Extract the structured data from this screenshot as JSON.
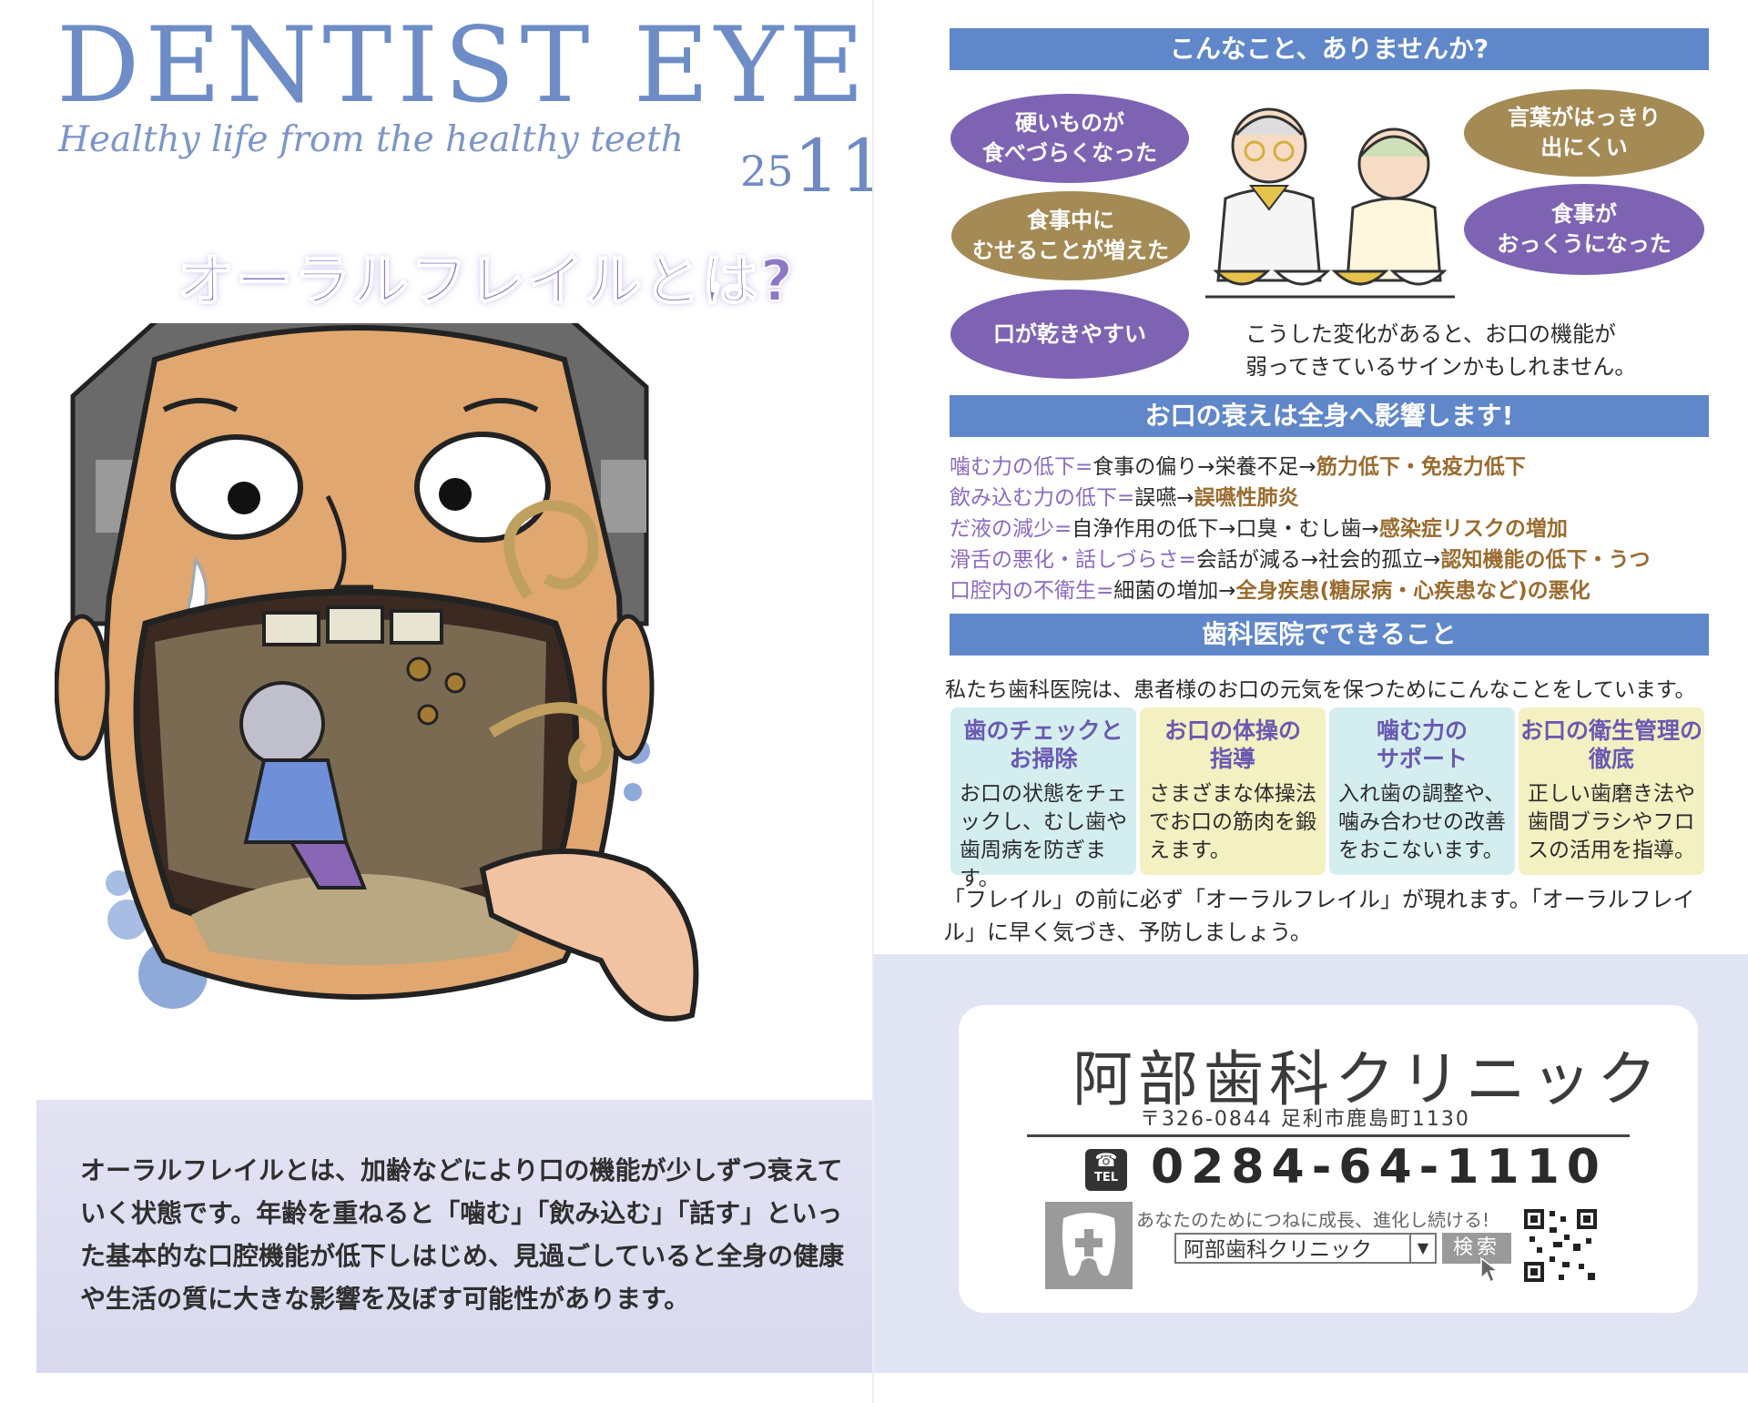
{
  "left": {
    "brand_main": "DENTIST EYE",
    "tagline": "Healthy life from the healthy teeth",
    "issue_prefix": "25",
    "issue_main": "11",
    "feature_title": "オーラルフレイルとは?",
    "body_text": "オーラルフレイルとは、加齢などにより口の機能が少しずつ衰えていく状態です。年齢を重ねると「噛む」「飲み込む」「話す」といった基本的な口腔機能が低下しはじめ、見過ごしていると全身の健康や生活の質に大きな影響を及ぼす可能性があります。"
  },
  "right": {
    "band1": "こんなこと、ありませんか?",
    "ovals": [
      {
        "text": "硬いものが\n食べづらくなった",
        "color": "#7e63b3"
      },
      {
        "text": "言葉がはっきり\n出にくい",
        "color": "#a48a55"
      },
      {
        "text": "食事中に\nむせることが増えた",
        "color": "#a48a55"
      },
      {
        "text": "食事が\nおっくうになった",
        "color": "#7e63b3"
      },
      {
        "text": "口が乾きやすい",
        "color": "#7e63b3"
      }
    ],
    "sign_text_1": "こうした変化があると、お口の機能が",
    "sign_text_2": "弱ってきているサインかもしれません。",
    "band2": "お口の衰えは全身へ影響します!",
    "effects": [
      [
        {
          "t": "噛む力の低下=",
          "c": "p"
        },
        {
          "t": "食事の偏り→栄養不足→",
          "c": "k"
        },
        {
          "t": "筋力低下・免疫力低下",
          "c": "b"
        }
      ],
      [
        {
          "t": "飲み込む力の低下=",
          "c": "p"
        },
        {
          "t": "誤嚥→",
          "c": "k"
        },
        {
          "t": "誤嚥性肺炎",
          "c": "b"
        }
      ],
      [
        {
          "t": "だ液の減少=",
          "c": "p"
        },
        {
          "t": "自浄作用の低下→口臭・むし歯→",
          "c": "k"
        },
        {
          "t": "感染症リスクの増加",
          "c": "b"
        }
      ],
      [
        {
          "t": "滑舌の悪化・話しづらさ=",
          "c": "p"
        },
        {
          "t": "会話が減る→社会的孤立→",
          "c": "k"
        },
        {
          "t": "認知機能の低下・うつ",
          "c": "b"
        }
      ],
      [
        {
          "t": "口腔内の不衛生=",
          "c": "p"
        },
        {
          "t": "細菌の増加→",
          "c": "k"
        },
        {
          "t": "全身疾患(糖尿病・心疾患など)の悪化",
          "c": "b"
        }
      ]
    ],
    "band3": "歯科医院でできること",
    "intro": "私たち歯科医院は、患者様のお口の元気を保つためにこんなことをしています。",
    "boxes": [
      {
        "heading": "歯のチェックと\nお掃除",
        "body": "お口の状態をチェックし、むし歯や歯周病を防ぎます。",
        "bg": "#d4eef0"
      },
      {
        "heading": "お口の体操の\n指導",
        "body": "さまざまな体操法でお口の筋肉を鍛えます。",
        "bg": "#f3f0c2"
      },
      {
        "heading": "噛む力の\nサポート",
        "body": "入れ歯の調整や、噛み合わせの改善をおこないます。",
        "bg": "#d4eef0"
      },
      {
        "heading": "お口の衛生管理の\n徹底",
        "body": "正しい歯磨き法や歯間ブラシやフロスの活用を指導。",
        "bg": "#f3f0c2"
      }
    ],
    "outro": "「フレイル」の前に必ず「オーラルフレイル」が現れます。「オーラルフレイル」に早く気づき、予防しましょう。",
    "clinic": {
      "name": "阿部歯科クリニック",
      "address": "〒326-0844 足利市鹿島町1130",
      "tel_icon": "TEL",
      "tel": "0284-64-1110",
      "slogan": "あなたのためにつねに成長、進化し続ける!",
      "search_value": "阿部歯科クリニック",
      "search_button": "検索"
    }
  }
}
